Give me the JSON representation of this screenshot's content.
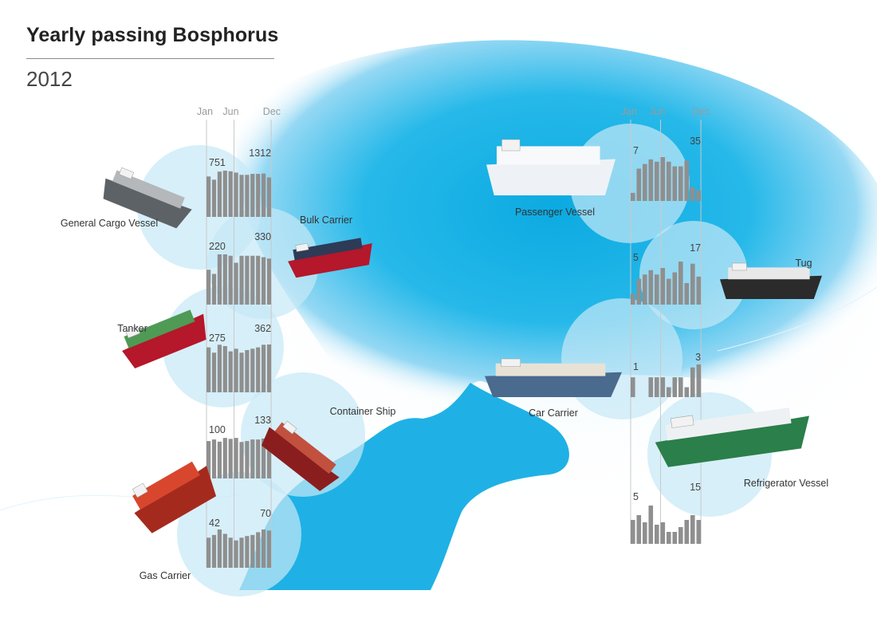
{
  "title": "Yearly passing Bosphorus",
  "subtitle": "2012",
  "colors": {
    "bar": "#8f8f8f",
    "bubble": "#c6e8f6",
    "sea": "#00a7e1",
    "label": "#333333",
    "month": "#9a9a9a"
  },
  "chart_data": [
    {
      "type": "bar",
      "name": "General Cargo Vessel",
      "months": [
        "Jan",
        "Feb",
        "Mar",
        "Apr",
        "May",
        "Jun",
        "Jul",
        "Aug",
        "Sep",
        "Oct",
        "Nov",
        "Dec"
      ],
      "month_labels": [
        "Jan",
        "Jun",
        "Dec"
      ],
      "first_label": "751",
      "last_label": "1312",
      "values": [
        1250,
        1150,
        1400,
        1430,
        1410,
        1370,
        1300,
        1300,
        1330,
        1330,
        1340,
        1220
      ]
    },
    {
      "type": "bar",
      "name": "Bulk Carrier",
      "months": [
        "Jan",
        "Feb",
        "Mar",
        "Apr",
        "May",
        "Jun",
        "Jul",
        "Aug",
        "Sep",
        "Oct",
        "Nov",
        "Dec"
      ],
      "first_label": "220",
      "last_label": "330",
      "values": [
        250,
        220,
        360,
        360,
        350,
        300,
        350,
        350,
        350,
        350,
        340,
        330
      ]
    },
    {
      "type": "bar",
      "name": "Tanker",
      "months": [
        "Jan",
        "Feb",
        "Mar",
        "Apr",
        "May",
        "Jun",
        "Jul",
        "Aug",
        "Sep",
        "Oct",
        "Nov",
        "Dec"
      ],
      "first_label": "275",
      "last_label": "362",
      "values": [
        340,
        300,
        360,
        350,
        310,
        330,
        300,
        320,
        330,
        340,
        360,
        362
      ]
    },
    {
      "type": "bar",
      "name": "Container Ship",
      "months": [
        "Jan",
        "Feb",
        "Mar",
        "Apr",
        "May",
        "Jun",
        "Jul",
        "Aug",
        "Sep",
        "Oct",
        "Nov",
        "Dec"
      ],
      "first_label": "100",
      "last_label": "133",
      "values": [
        120,
        125,
        118,
        130,
        127,
        130,
        117,
        120,
        125,
        125,
        128,
        133
      ]
    },
    {
      "type": "bar",
      "name": "Gas Carrier",
      "months": [
        "Jan",
        "Feb",
        "Mar",
        "Apr",
        "May",
        "Jun",
        "Jul",
        "Aug",
        "Sep",
        "Oct",
        "Nov",
        "Dec"
      ],
      "first_label": "42",
      "last_label": "70",
      "values": [
        55,
        60,
        70,
        62,
        55,
        50,
        55,
        58,
        60,
        65,
        70,
        68
      ]
    },
    {
      "type": "bar",
      "name": "Passenger Vessel",
      "months": [
        "Jan",
        "Feb",
        "Mar",
        "Apr",
        "May",
        "Jun",
        "Jul",
        "Aug",
        "Sep",
        "Oct",
        "Nov",
        "Dec"
      ],
      "month_labels": [
        "Jan",
        "Jun",
        "Dec"
      ],
      "first_label": "7",
      "last_label": "35",
      "values": [
        7,
        28,
        32,
        36,
        34,
        38,
        34,
        30,
        30,
        35,
        12,
        9
      ]
    },
    {
      "type": "bar",
      "name": "Tug",
      "months": [
        "Jan",
        "Feb",
        "Mar",
        "Apr",
        "May",
        "Jun",
        "Jul",
        "Aug",
        "Sep",
        "Oct",
        "Nov",
        "Dec"
      ],
      "first_label": "5",
      "last_label": "17",
      "values": [
        5,
        12,
        14,
        16,
        14,
        17,
        12,
        15,
        20,
        10,
        19,
        13
      ]
    },
    {
      "type": "bar",
      "name": "Car Carrier",
      "months": [
        "Jan",
        "Feb",
        "Mar",
        "Apr",
        "May",
        "Jun",
        "Jul",
        "Aug",
        "Sep",
        "Oct",
        "Nov",
        "Dec"
      ],
      "first_label": "1",
      "last_label": "3",
      "values": [
        2,
        0,
        0,
        2,
        2,
        2,
        1,
        2,
        2,
        1,
        3,
        3.3
      ]
    },
    {
      "type": "bar",
      "name": "Refrigerator Vessel",
      "months": [
        "Jan",
        "Feb",
        "Mar",
        "Apr",
        "May",
        "Jun",
        "Jul",
        "Aug",
        "Sep",
        "Oct",
        "Nov",
        "Dec"
      ],
      "first_label": "5",
      "last_label": "15",
      "values": [
        10,
        12,
        9,
        16,
        8,
        9,
        5,
        5,
        7,
        10,
        12,
        10
      ]
    }
  ]
}
